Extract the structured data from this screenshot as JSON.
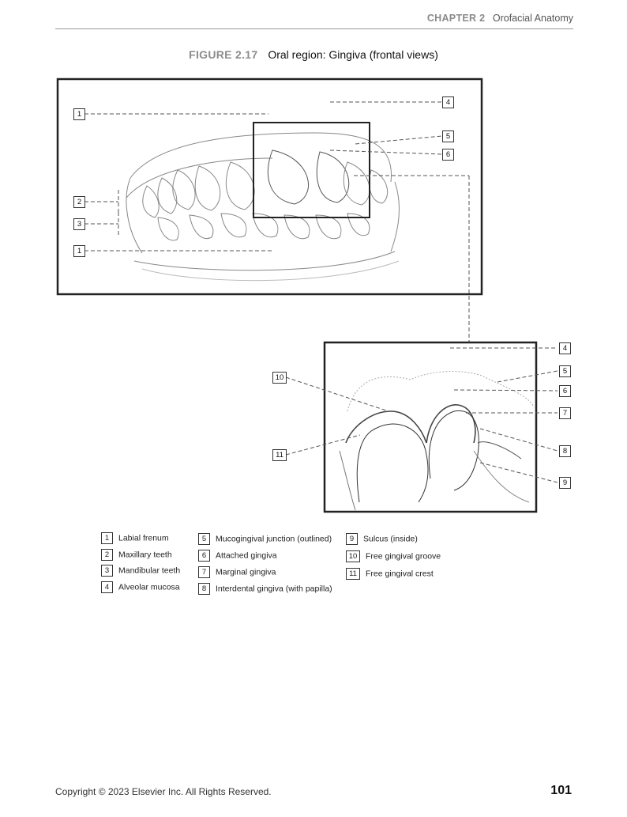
{
  "header": {
    "chapter": "CHAPTER 2",
    "section": "Orofacial Anatomy"
  },
  "figure": {
    "number": "FIGURE 2.17",
    "title": "Oral region: Gingiva (frontal views)"
  },
  "callouts": {
    "top": [
      "1",
      "4",
      "5",
      "6",
      "2",
      "3",
      "1"
    ],
    "bottom": [
      "4",
      "5",
      "6",
      "10",
      "7",
      "11",
      "8",
      "9"
    ]
  },
  "legend": [
    {
      "num": "1",
      "label": "Labial frenum"
    },
    {
      "num": "2",
      "label": "Maxillary teeth"
    },
    {
      "num": "3",
      "label": "Mandibular teeth"
    },
    {
      "num": "4",
      "label": "Alveolar mucosa"
    },
    {
      "num": "5",
      "label": "Mucogingival junction (outlined)"
    },
    {
      "num": "6",
      "label": "Attached gingiva"
    },
    {
      "num": "7",
      "label": "Marginal gingiva"
    },
    {
      "num": "8",
      "label": "Interdental gingiva (with papilla)"
    },
    {
      "num": "9",
      "label": "Sulcus (inside)"
    },
    {
      "num": "10",
      "label": "Free gingival groove"
    },
    {
      "num": "11",
      "label": "Free gingival crest"
    }
  ],
  "footer": {
    "copyright": "Copyright © 2023 Elsevier Inc. All Rights Reserved.",
    "page_number": "101"
  }
}
